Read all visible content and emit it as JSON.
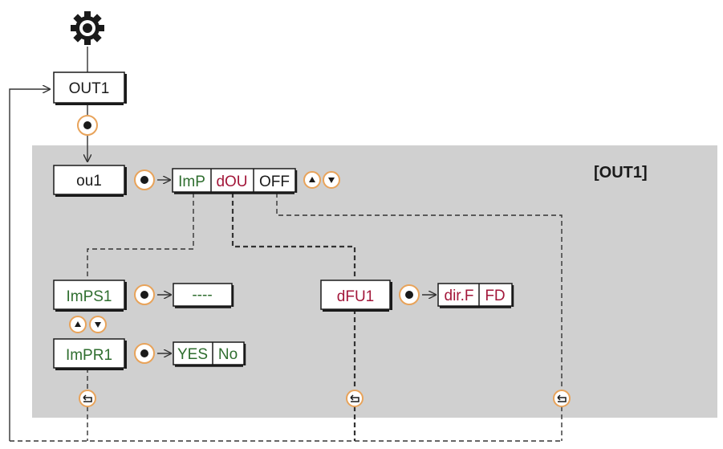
{
  "panel_title": "[OUT1]",
  "menu": {
    "entry": "OUT1",
    "param": "ou1",
    "options": {
      "imp": "ImP",
      "dou": "dOU",
      "off": "OFF"
    },
    "imps1": {
      "label": "ImPS1",
      "value": "----"
    },
    "impr1": {
      "label": "ImPR1",
      "yes": "YES",
      "no": "No"
    },
    "dfu1": {
      "label": "dFU1",
      "dirf": "dir.F",
      "fd": "FD"
    }
  },
  "colors": {
    "panel": "#d0d0d0",
    "green_text": "#2f6e2f",
    "red_text": "#a3173a",
    "button_ring": "#e8a35a"
  },
  "icons": {
    "settings": "gear-icon",
    "select": "set-button-icon",
    "up": "up-arrow-icon",
    "down": "down-arrow-icon",
    "back": "return-icon"
  }
}
